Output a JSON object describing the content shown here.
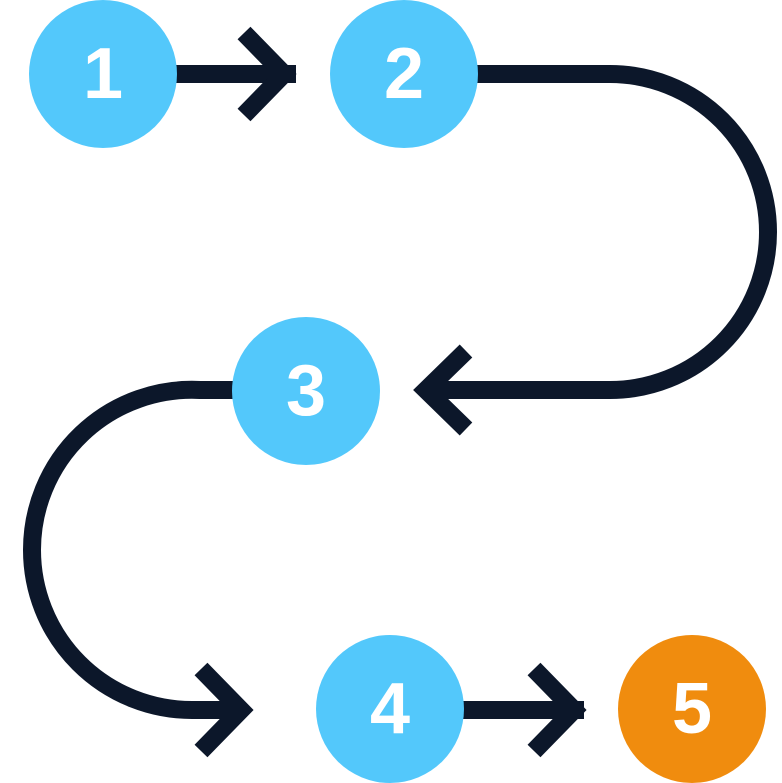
{
  "colors": {
    "step": "#53c8fb",
    "final_step": "#f08c0e",
    "connector": "#0c172a",
    "label": "#ffffff"
  },
  "steps": [
    {
      "label": "1"
    },
    {
      "label": "2"
    },
    {
      "label": "3"
    },
    {
      "label": "4"
    },
    {
      "label": "5",
      "highlight": true
    }
  ],
  "connections": [
    {
      "from": "1",
      "to": "2"
    },
    {
      "from": "2",
      "to": "3"
    },
    {
      "from": "3",
      "to": "4"
    },
    {
      "from": "4",
      "to": "5"
    }
  ]
}
